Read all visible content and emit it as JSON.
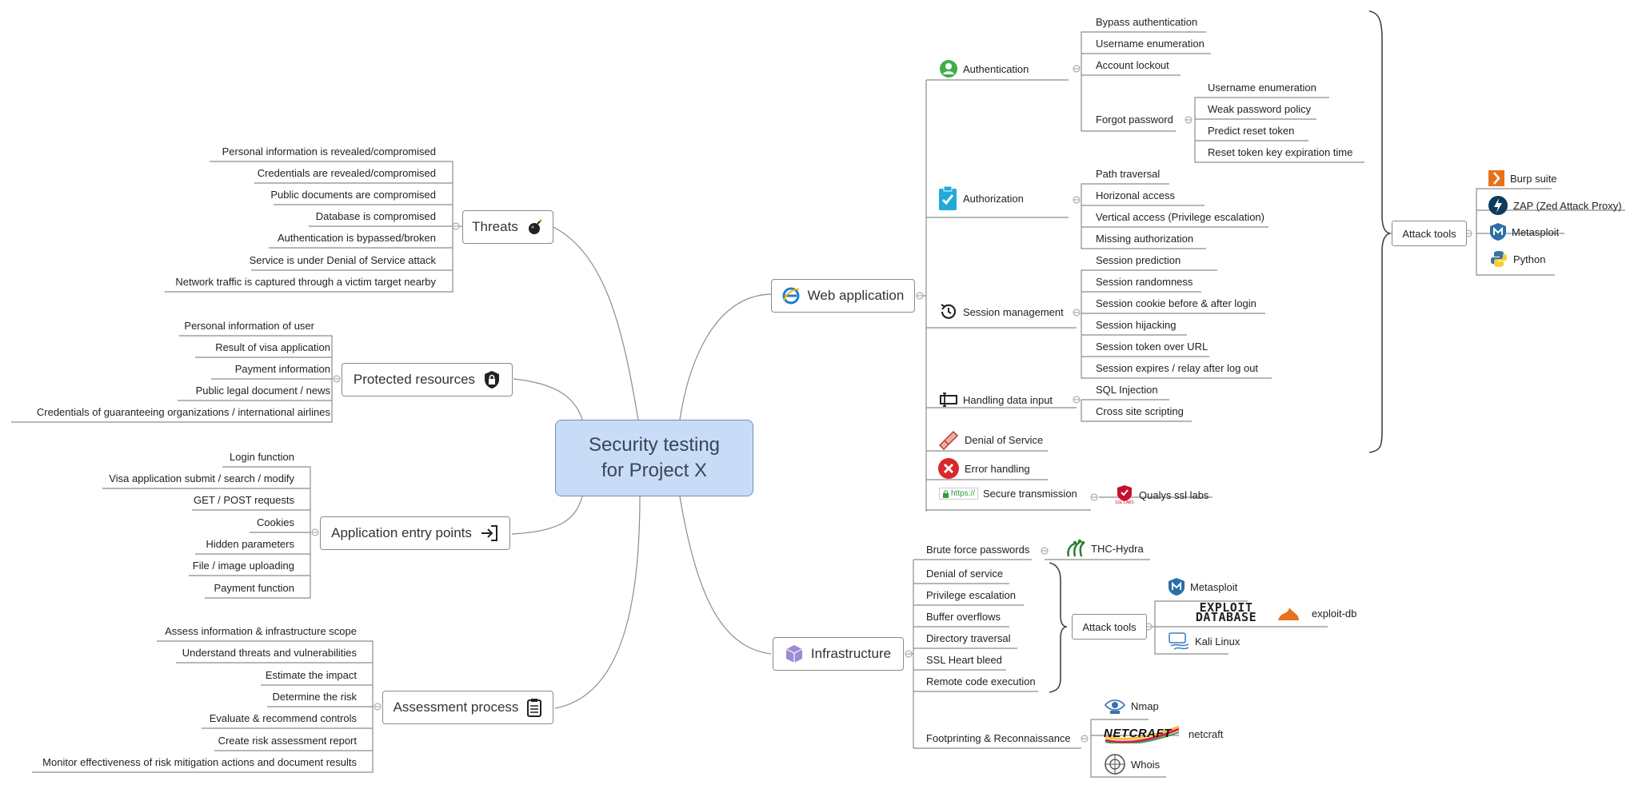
{
  "center": {
    "line1": "Security testing",
    "line2": "for Project X"
  },
  "threats": {
    "label": "Threats",
    "items": [
      "Personal information is revealed/compromised",
      "Credentials are revealed/compromised",
      "Public documents are compromised",
      "Database is compromised",
      "Authentication is bypassed/broken",
      "Service is under Denial of Service attack",
      "Network traffic is captured through a victim target nearby"
    ]
  },
  "protected": {
    "label": "Protected resources",
    "items": [
      "Personal information of user",
      "Result of visa application",
      "Payment information",
      "Public legal document / news",
      "Credentials of guaranteeing organizations / international airlines"
    ]
  },
  "entry": {
    "label": "Application entry points",
    "items": [
      "Login function",
      "Visa application submit / search / modify",
      "GET / POST requests",
      "Cookies",
      "Hidden parameters",
      "File / image uploading",
      "Payment function"
    ]
  },
  "assessment": {
    "label": "Assessment process",
    "items": [
      "Assess information & infrastructure scope",
      "Understand threats and vulnerabilities",
      "Estimate the impact",
      "Determine the risk",
      "Evaluate & recommend controls",
      "Create risk assessment report",
      "Monitor effectiveness of risk mitigation actions and document results"
    ]
  },
  "web": {
    "label": "Web application",
    "authentication": {
      "label": "Authentication",
      "items": [
        "Bypass authentication",
        "Username enumeration",
        "Account lockout"
      ],
      "forgot": {
        "label": "Forgot password",
        "items": [
          "Username enumeration",
          "Weak password policy",
          "Predict reset token",
          "Reset token key expiration time"
        ]
      }
    },
    "authorization": {
      "label": "Authorization",
      "items": [
        "Path traversal",
        "Horizonal access",
        "Vertical access (Privilege escalation)",
        "Missing authorization"
      ]
    },
    "session": {
      "label": "Session management",
      "items": [
        "Session prediction",
        "Session randomness",
        "Session cookie before & after login",
        "Session hijacking",
        "Session token over URL",
        "Session expires / relay after log out"
      ]
    },
    "input": {
      "label": "Handling data input",
      "items": [
        "SQL Injection",
        "Cross site scripting"
      ]
    },
    "dos": {
      "label": "Denial of Service"
    },
    "error": {
      "label": "Error handling"
    },
    "secure": {
      "label": "Secure transmission",
      "https": "https://",
      "tool": "Qualys ssl labs",
      "tool_logo": "SSL LABS"
    },
    "attack_tools": {
      "label": "Attack tools",
      "items": [
        "Burp suite",
        "ZAP (Zed Attack Proxy)",
        "Metasploit",
        "Python"
      ]
    }
  },
  "infra": {
    "label": "Infrastructure",
    "brute": {
      "label": "Brute force passwords",
      "tool": "THC-Hydra"
    },
    "items": [
      "Denial of service",
      "Privilege escalation",
      "Buffer overflows",
      "Directory traversal",
      "SSL Heart bleed",
      "Remote code execution"
    ],
    "attack_tools": {
      "label": "Attack tools",
      "metasploit": "Metasploit",
      "exploit_logo_1": "EXPLOIT",
      "exploit_logo_2": "DATABASE",
      "exploitdb": "exploit-db",
      "kali": "Kali Linux"
    },
    "footprint": {
      "label": "Footprinting & Reconnaissance",
      "nmap": "Nmap",
      "netcraft_logo": "NETCRAFT",
      "netcraft": "netcraft",
      "whois": "Whois"
    }
  }
}
